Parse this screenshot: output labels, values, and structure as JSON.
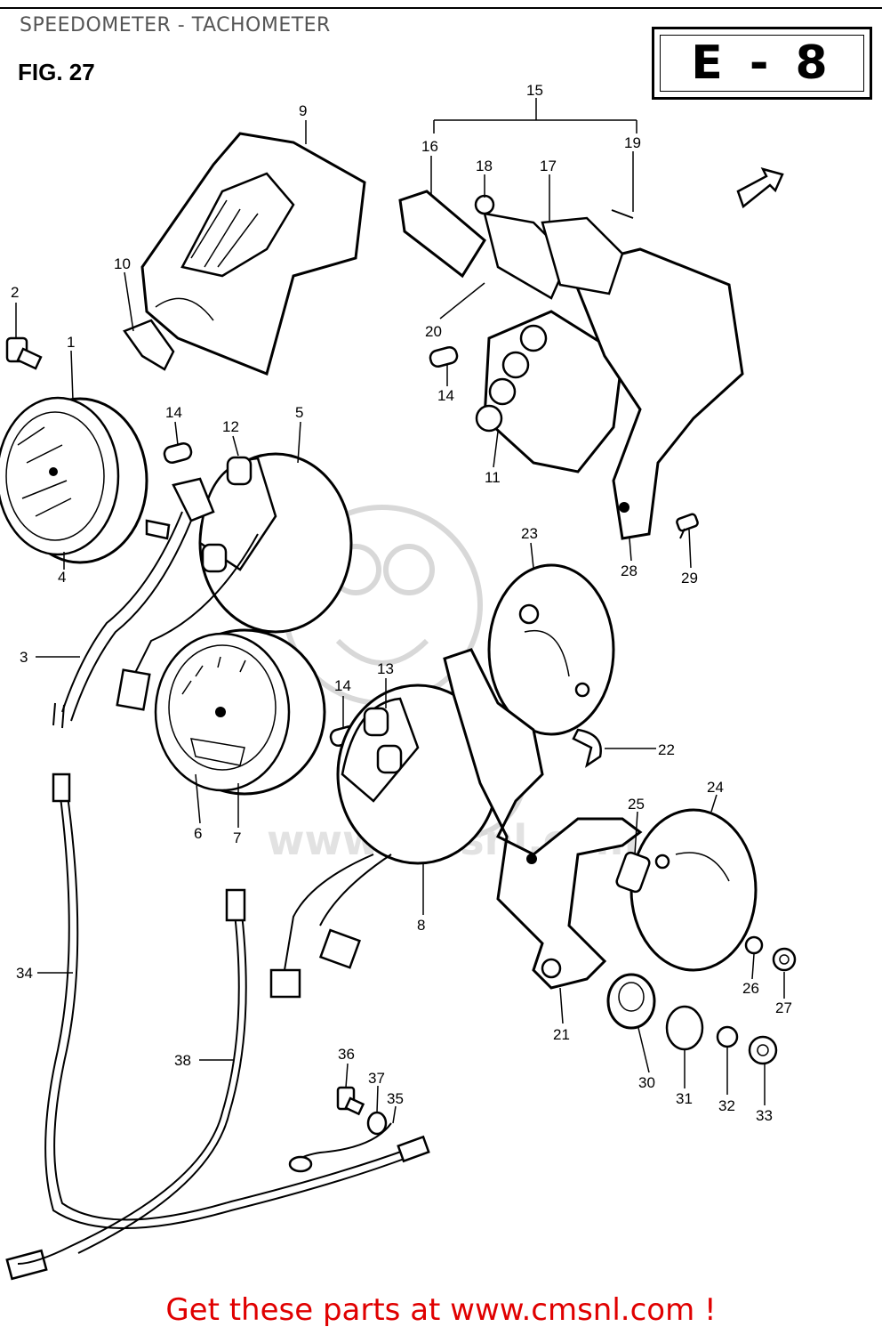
{
  "header": {
    "title": "SPEEDOMETER - TACHOMETER",
    "figure": "FIG. 27",
    "section": "E - 8"
  },
  "callouts": {
    "c1": "1",
    "c2": "2",
    "c3": "3",
    "c4": "4",
    "c5": "5",
    "c6": "6",
    "c7": "7",
    "c8": "8",
    "c9": "9",
    "c10": "10",
    "c11": "11",
    "c12": "12",
    "c13": "13",
    "c14a": "14",
    "c14b": "14",
    "c14c": "14",
    "c15": "15",
    "c16": "16",
    "c17": "17",
    "c18": "18",
    "c19": "19",
    "c20": "20",
    "c21": "21",
    "c22": "22",
    "c23": "23",
    "c24": "24",
    "c25": "25",
    "c26": "26",
    "c27": "27",
    "c28": "28",
    "c29": "29",
    "c30": "30",
    "c31": "31",
    "c32": "32",
    "c33": "33",
    "c34": "34",
    "c35": "35",
    "c36": "36",
    "c37": "37",
    "c38": "38"
  },
  "watermark": {
    "text": "www.cmsnl.com"
  },
  "footer": {
    "link_text": "Get these parts at www.cmsnl.com !"
  },
  "colors": {
    "footer": "#e00000",
    "title": "#555555",
    "watermark": "#e2e2e2"
  }
}
